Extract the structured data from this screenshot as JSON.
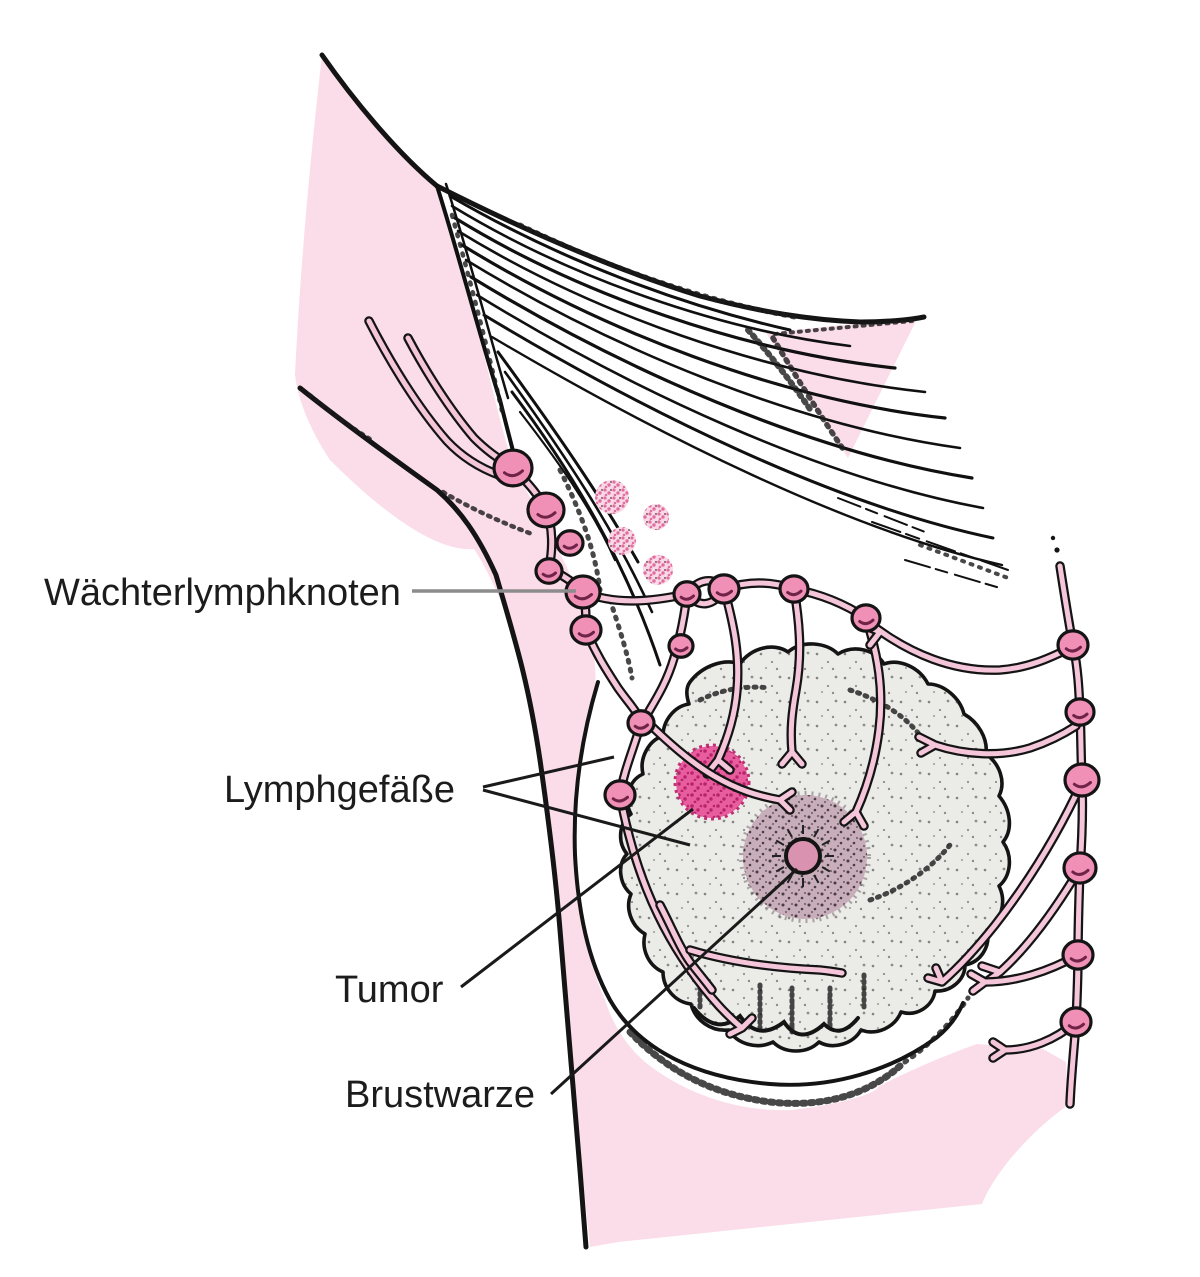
{
  "figure": {
    "labels": [
      {
        "id": "sentinel-lymph-node",
        "text": "Wächterlymphknoten"
      },
      {
        "id": "lymph-vessels",
        "text": "Lymphgefäße"
      },
      {
        "id": "tumor",
        "text": "Tumor"
      },
      {
        "id": "nipple",
        "text": "Brustwarze"
      }
    ],
    "colors": {
      "background": "#ffffff",
      "skin_pink": "#fadde9",
      "vessel_pink": "#f5c6d9",
      "lymph_node_pink": "#f090b6",
      "deep_node_pink": "#e26da2",
      "tumor_pink": "#e85d9d",
      "areola_mauve": "#c8aeba",
      "nipple_pink": "#d993b0",
      "gland_gray": "#ebebe8",
      "outline_ink": "#141414",
      "pointer_gray": "#8c8c8c",
      "label_text": "#1c1c1c"
    }
  }
}
